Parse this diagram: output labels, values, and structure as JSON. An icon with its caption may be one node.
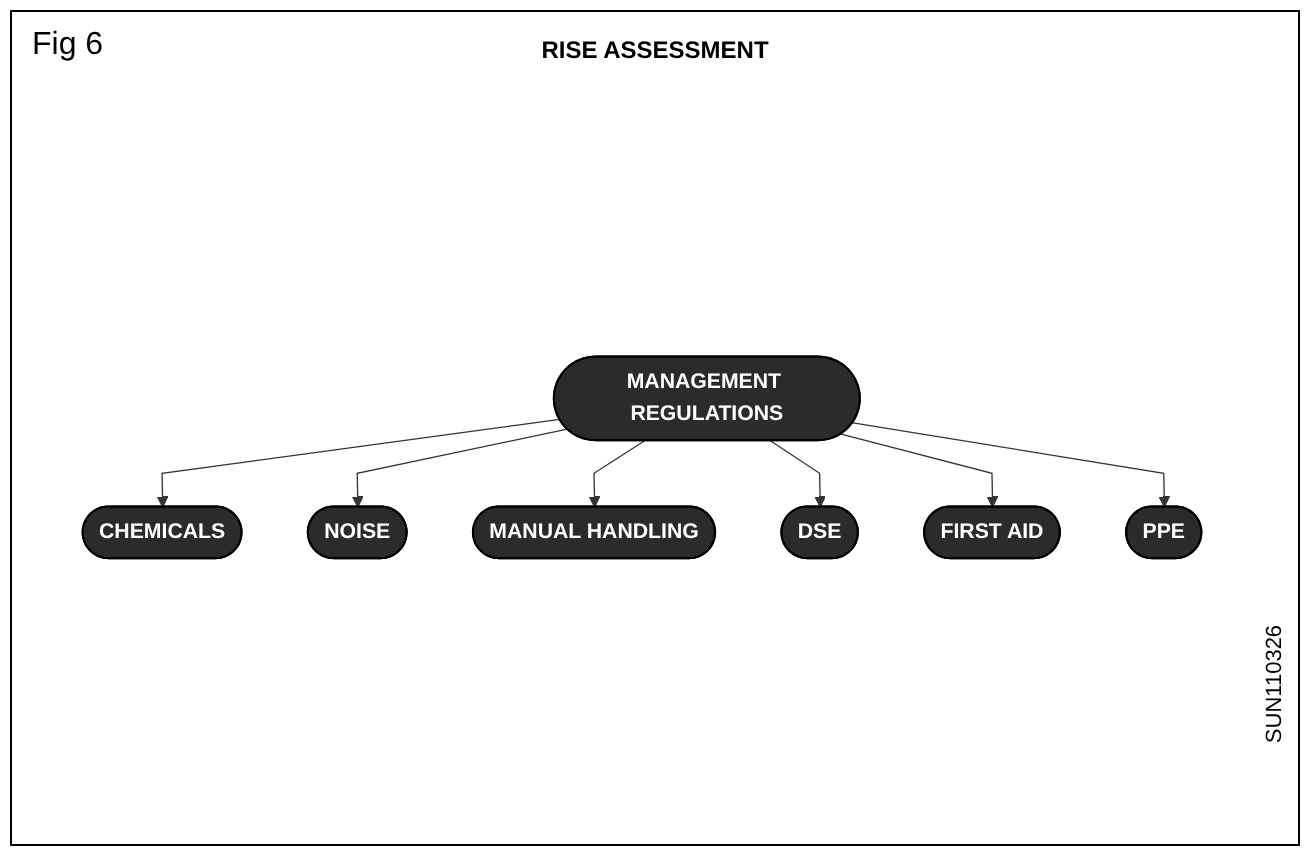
{
  "diagram": {
    "title": "RISE ASSESSMENT",
    "nodes": [
      {
        "text": [
          "MANAGEMENT REGULATIONS"
        ]
      },
      {
        "text": [
          "CHEMICALS"
        ]
      },
      {
        "text": [
          "NOISE"
        ]
      },
      {
        "text": [
          "MANUAL HANDLING"
        ]
      },
      {
        "text": [
          "DSE"
        ]
      },
      {
        "text": [
          "FIRST AID"
        ]
      },
      {
        "text": [
          "PPE"
        ]
      }
    ],
    "edges": [
      {
        "from": 0,
        "to": 1,
        "arrow": "to"
      },
      {
        "from": 0,
        "to": 2,
        "arrow": "to"
      },
      {
        "from": 0,
        "to": 3,
        "arrow": "to"
      },
      {
        "from": 0,
        "to": 4,
        "arrow": "to"
      },
      {
        "from": 0,
        "to": 5,
        "arrow": "to"
      },
      {
        "from": 0,
        "to": 6,
        "arrow": "to"
      }
    ],
    "labels": [
      "Fig 6",
      "SUN110326"
    ]
  }
}
